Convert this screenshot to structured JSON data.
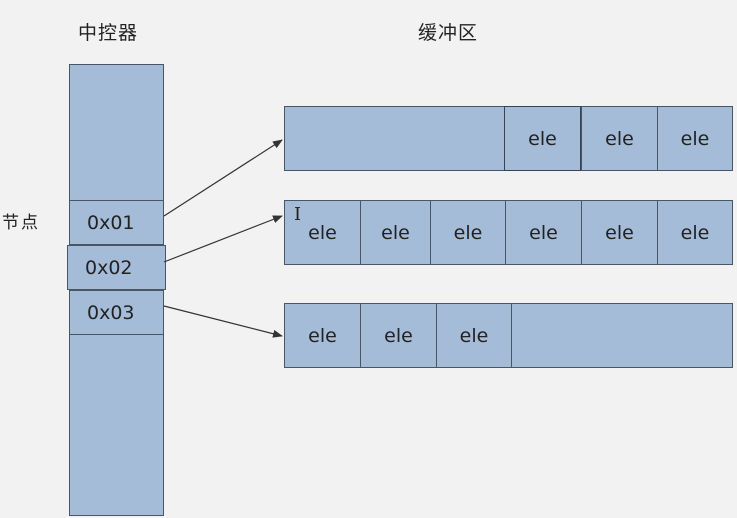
{
  "labels": {
    "controller_title": "中控器",
    "buffer_title": "缓冲区",
    "node_label": "节点"
  },
  "nodes": [
    "0x01",
    "0x02",
    "0x03"
  ],
  "buffers": [
    {
      "elements": [
        "ele",
        "ele",
        "ele"
      ]
    },
    {
      "elements": [
        "ele",
        "ele",
        "ele",
        "ele",
        "ele",
        "ele"
      ]
    },
    {
      "elements": [
        "ele",
        "ele",
        "ele"
      ]
    }
  ],
  "colors": {
    "box_fill": "#a5bcd8",
    "border": "#4a5566",
    "arrow": "#333333"
  }
}
